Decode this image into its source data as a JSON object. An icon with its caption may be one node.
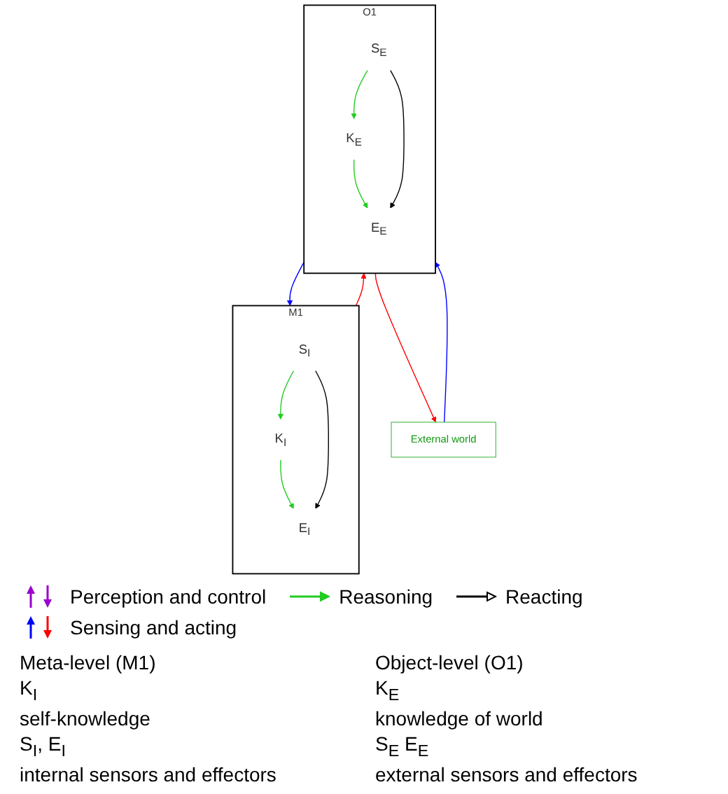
{
  "diagram": {
    "nodes": [
      {
        "text": [
          "M1"
        ]
      },
      {
        "text": [
          "K$_{I}$"
        ],
        "in": 0
      },
      {
        "text": [
          "S$_{I}$"
        ],
        "in": 0
      },
      {
        "text": [
          "E$_{I}$"
        ],
        "in": 0
      },
      {
        "text": [
          "O1"
        ]
      },
      {
        "text": [
          "K$_{E}$"
        ],
        "in": 4
      },
      {
        "text": [
          "S$_{E}$"
        ],
        "in": 4
      },
      {
        "text": [
          "E$_{E}$"
        ],
        "in": 4
      },
      {
        "text": [
          "External world"
        ]
      }
    ],
    "edges": [
      {
        "from": 2,
        "to": 1,
        "arrow": "to",
        "color": "#22cc22"
      },
      {
        "from": 1,
        "to": 3,
        "arrow": "to",
        "color": "#22cc22"
      },
      {
        "from": 2,
        "to": 3,
        "arrow": "to",
        "color": "#000000"
      },
      {
        "from": 4,
        "to": 0,
        "arrow": "to",
        "color": "#0000ff"
      },
      {
        "from": 0,
        "to": 4,
        "arrow": "to",
        "color": "#ff0000"
      },
      {
        "from": 6,
        "to": 5,
        "arrow": "to",
        "color": "#22cc22"
      },
      {
        "from": 5,
        "to": 7,
        "arrow": "to",
        "color": "#22cc22"
      },
      {
        "from": 6,
        "to": 7,
        "arrow": "to",
        "color": "#000000"
      },
      {
        "from": 8,
        "to": 4,
        "arrow": "to",
        "color": "#0000ff"
      },
      {
        "from": 4,
        "to": 8,
        "arrow": "to",
        "color": "#ff0000"
      }
    ],
    "labels": [
      "Meta-level (M1)",
      "K$_{I}$",
      "self-knowledge",
      "S$_{I}$, E$_{I}$",
      "internal sensors and effectors",
      "Object-level (O1)",
      "K$_{E}$",
      "knowledge of world",
      "S$_{E}$ E$_{E}$",
      "external sensors and effectors"
    ],
    "legend": [
      {
        "text": "Perception and control"
      },
      {
        "text": "Reasoning"
      },
      {
        "text": "Reacting"
      },
      {
        "text": "Sensing and acting"
      }
    ]
  }
}
